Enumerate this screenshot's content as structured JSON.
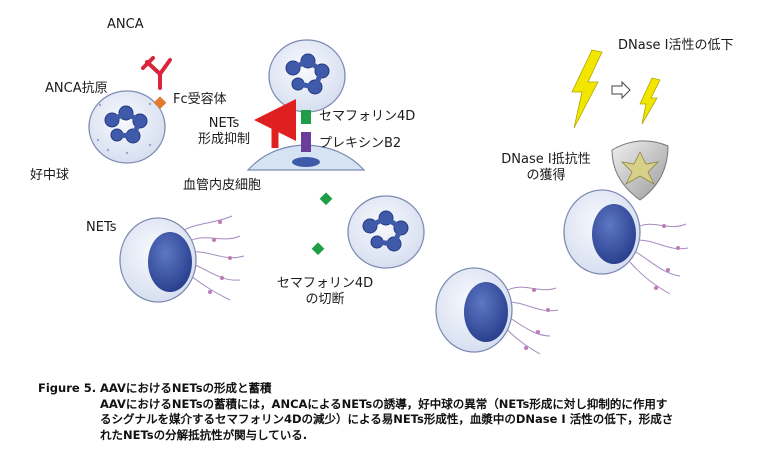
{
  "labels": {
    "anca": "ANCA",
    "anca_antigen": "ANCA抗原",
    "fc_receptor": "Fc受容体",
    "neutrophil": "好中球",
    "nets_inhibition_line1": "NETs",
    "nets_inhibition_line2": "形成抑制",
    "semaphorin": "セマフォリン4D",
    "plexin": "プレキシンB2",
    "endothelium": "血管内皮細胞",
    "nets": "NETs",
    "semaphorin_cleavage_line1": "セマフォリン4D",
    "semaphorin_cleavage_line2": "の切断",
    "dnase_decline": "DNase I活性の低下",
    "dnase_resistance_line1": "DNase I抵抗性",
    "dnase_resistance_line2": "の獲得"
  },
  "caption": {
    "figure_number": "Figure 5.",
    "title": "AAVにおけるNETsの形成と蓄積",
    "line1": "AAVにおけるNETsの蓄積には，ANCAによるNETsの誘導，好中球の異常（NETs形成に対し抑制的に作用す",
    "line2": "るシグナルを媒介するセマフォリン4Dの減少）による易NETs形成性，血漿中のDNase I 活性の低下，形成さ",
    "line3": "れたNETsの分解抵抗性が関与している."
  },
  "colors": {
    "cell_fill": "#e6ebf5",
    "nucleus": "#3f5aa8",
    "antibody": "#d8263c",
    "receptor": "#e07a2e",
    "semaphorin_green": "#1e9e46",
    "plexin_purple": "#6a3c9c",
    "arrow_red": "#e02020",
    "lightning": "#f2e600"
  }
}
